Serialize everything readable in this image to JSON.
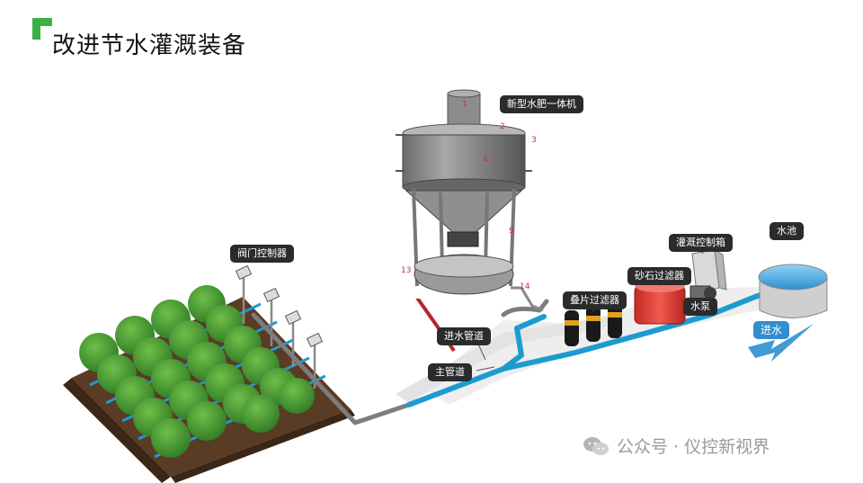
{
  "header": {
    "title": "改进节水灌溉装备"
  },
  "labels": {
    "machine": "新型水肥一体机",
    "valve_controller": "阀门控制器",
    "inlet_pipe": "进水管道",
    "main_pipe": "主管道",
    "disc_filter": "叠片过滤器",
    "sand_filter": "砂石过滤器",
    "irrigation_box": "灌溉控制箱",
    "pump": "水泵",
    "pool": "水池",
    "water_in": "进水"
  },
  "machine_numbers": {
    "n1": "1",
    "n2": "2",
    "n3": "3",
    "n4": "4",
    "n9": "9",
    "n13": "13",
    "n14": "14"
  },
  "watermark": {
    "text": "公众号 · 仪控新视界"
  },
  "colors": {
    "brand_green": "#3cb043",
    "pipe_blue": "#1d9bd1",
    "pipe_gray": "#8a8a8a",
    "filter_red": "#e23a33",
    "water_blue": "#3fa9e0"
  }
}
